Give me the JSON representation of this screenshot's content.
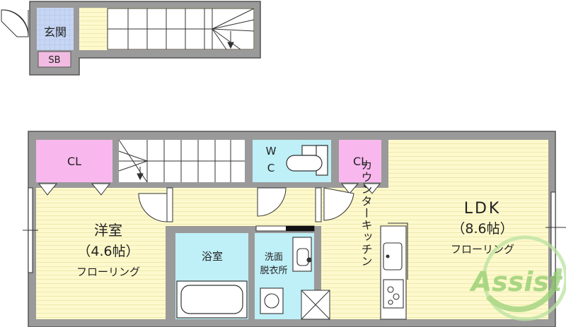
{
  "rooms": {
    "entrance": "玄関",
    "shoe_box": "SB",
    "closet_left": "CL",
    "closet_right": "CL",
    "wc_line1": "W",
    "wc_line2": "C",
    "western_room_name": "洋室",
    "western_room_size": "（4.6帖）",
    "western_room_floor": "フローリング",
    "bath": "浴室",
    "washroom_line1": "洗面",
    "washroom_line2": "脱衣所",
    "counter_kitchen": "カウンターキッチン",
    "ldk_name": "LDK",
    "ldk_size": "（8.6帖）",
    "ldk_floor": "フローリング"
  },
  "watermark": {
    "text": "Assist"
  },
  "colors": {
    "wall": "#9a9a9a",
    "wall_stroke": "#555555",
    "floor_yellow": "#fdf9cc",
    "floor_line": "#ece6a8",
    "closet_pink": "#f8b8ee",
    "wc_cyan": "#bfeff7",
    "entrance_blue": "#c7d6f3",
    "shoe_box_pink": "#f2bce2",
    "watermark_green": "#9bd27a"
  }
}
